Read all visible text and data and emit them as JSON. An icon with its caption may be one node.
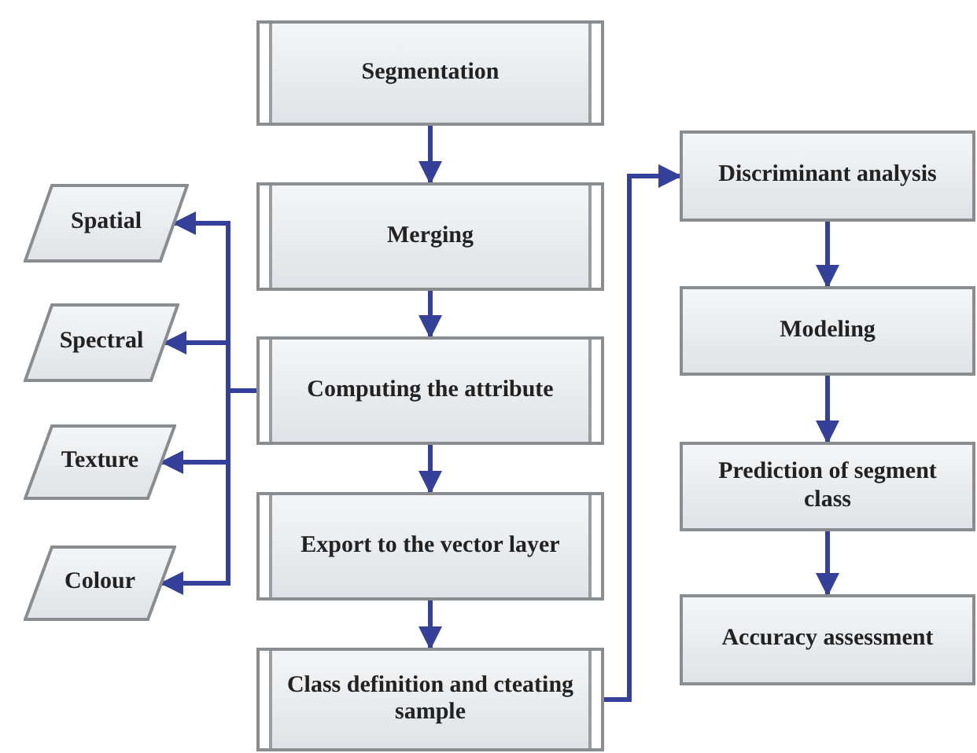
{
  "diagram": {
    "nodes": [
      {
        "text": [
          "Segmentation"
        ]
      },
      {
        "text": [
          "Merging"
        ]
      },
      {
        "text": [
          "Computing the attribute"
        ]
      },
      {
        "text": [
          "Export to the vector layer"
        ]
      },
      {
        "text": [
          "Class definition and cteating sample"
        ]
      },
      {
        "text": [
          "Spatial"
        ]
      },
      {
        "text": [
          "Spectral"
        ]
      },
      {
        "text": [
          "Texture"
        ]
      },
      {
        "text": [
          "Colour"
        ]
      },
      {
        "text": [
          "Discriminant analysis"
        ]
      },
      {
        "text": [
          "Modeling"
        ]
      },
      {
        "text": [
          "Prediction of segment class"
        ]
      },
      {
        "text": [
          "Accuracy assessment"
        ]
      }
    ],
    "edges": [
      {
        "from": 0,
        "to": 1,
        "arrow": "to"
      },
      {
        "from": 1,
        "to": 2,
        "arrow": "to"
      },
      {
        "from": 2,
        "to": 3,
        "arrow": "to"
      },
      {
        "from": 3,
        "to": 4,
        "arrow": "to"
      },
      {
        "from": 2,
        "to": 5,
        "arrow": "to"
      },
      {
        "from": 2,
        "to": 6,
        "arrow": "to"
      },
      {
        "from": 2,
        "to": 7,
        "arrow": "to"
      },
      {
        "from": 2,
        "to": 8,
        "arrow": "to"
      },
      {
        "from": 4,
        "to": 9,
        "arrow": "to"
      },
      {
        "from": 9,
        "to": 10,
        "arrow": "to"
      },
      {
        "from": 10,
        "to": 11,
        "arrow": "to"
      },
      {
        "from": 11,
        "to": 12,
        "arrow": "to"
      }
    ]
  }
}
